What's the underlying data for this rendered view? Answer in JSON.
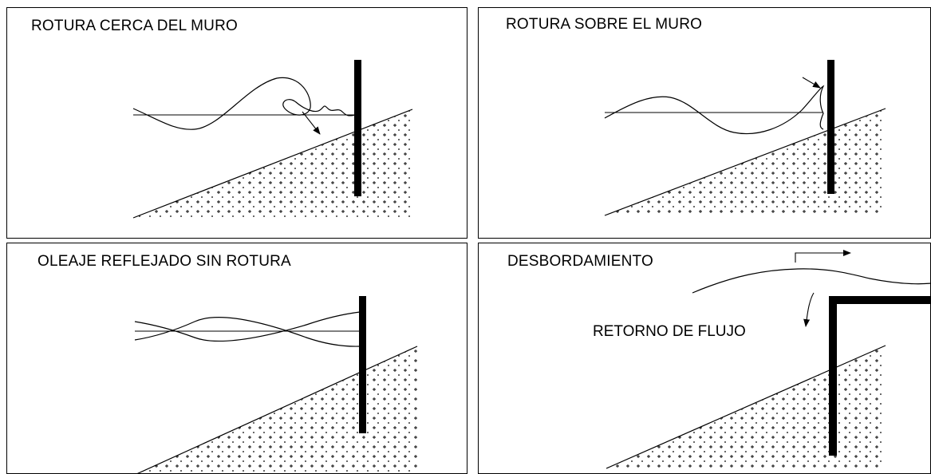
{
  "panels": [
    {
      "id": "p1",
      "title": "ROTURA CERCA DEL MURO"
    },
    {
      "id": "p2",
      "title": "ROTURA SOBRE EL MURO"
    },
    {
      "id": "p3",
      "title": "OLEAJE REFLEJADO SIN ROTURA"
    },
    {
      "id": "p4",
      "title": "DESBORDAMIENTO",
      "label": "RETORNO DE FLUJO"
    }
  ],
  "colors": {
    "line": "#000000",
    "background": "#ffffff"
  }
}
